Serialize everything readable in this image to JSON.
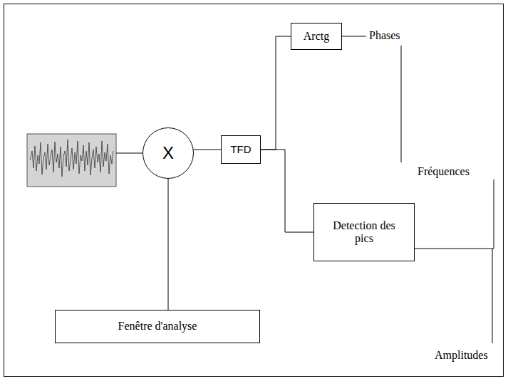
{
  "diagram": {
    "nodes": [
      {
        "text": [
          "X"
        ]
      },
      {
        "text": [
          "TFD"
        ]
      },
      {
        "text": [
          "Arctg"
        ]
      },
      {
        "text": [
          "Detection des pics"
        ]
      },
      {
        "text": [
          "Fenêtre d'analyse"
        ]
      }
    ],
    "edges": [
      {
        "from": 0,
        "to": 1,
        "arrow": "none"
      },
      {
        "from": 0,
        "to": 4,
        "arrow": "none"
      },
      {
        "from": 1,
        "to": 2,
        "arrow": "none"
      },
      {
        "from": 1,
        "to": 3,
        "arrow": "none"
      }
    ],
    "labels": [
      "Phases",
      "Fréquences",
      "Amplitudes"
    ]
  }
}
